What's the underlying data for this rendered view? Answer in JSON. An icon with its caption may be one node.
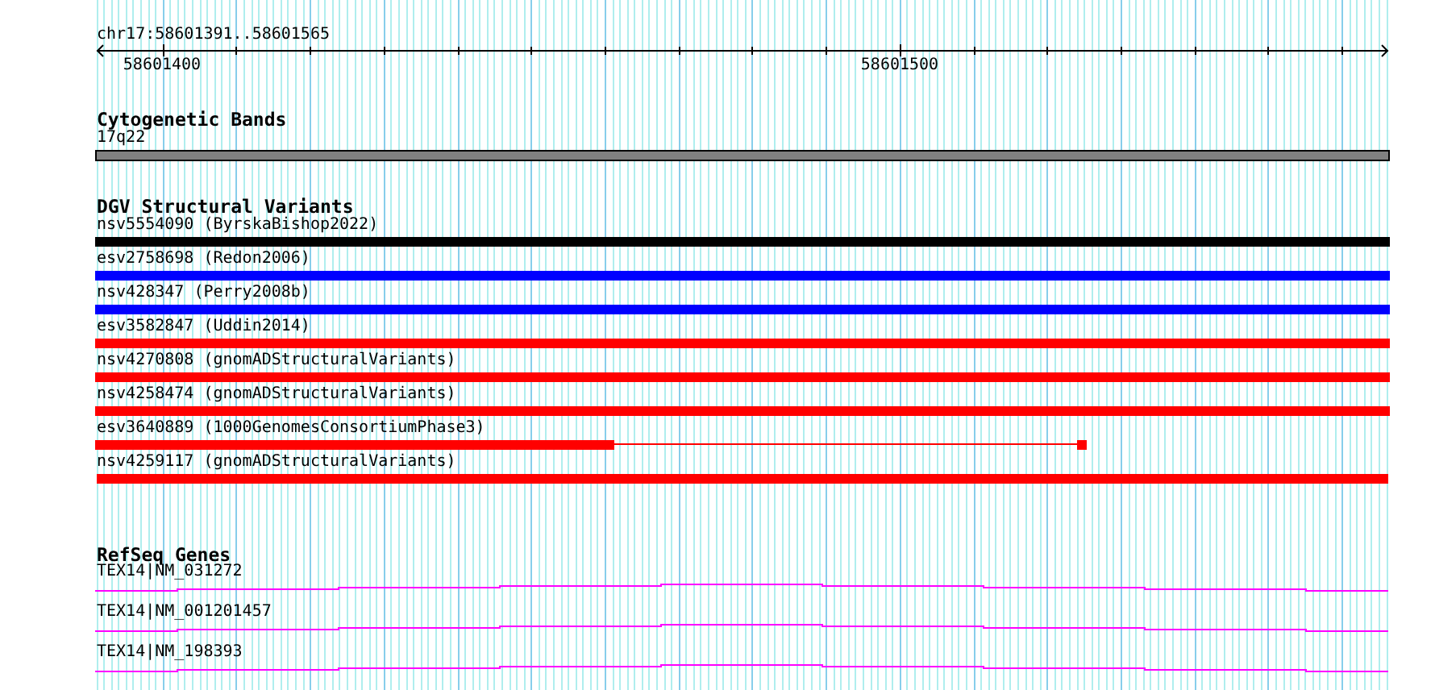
{
  "diagram": {
    "nodes": [
      {
        "text": [
          "17q22"
        ]
      },
      {
        "text": [
          "nsv5554090 (ByrskaBishop2022)"
        ]
      },
      {
        "text": [
          "esv2758698 (Redon2006)"
        ]
      },
      {
        "text": [
          "nsv428347 (Perry2008b)"
        ]
      },
      {
        "text": [
          "esv3582847 (Uddin2014)"
        ]
      },
      {
        "text": [
          "nsv4270808 (gnomADStructuralVariants)"
        ]
      },
      {
        "text": [
          "nsv4258474 (gnomADStructuralVariants)"
        ]
      },
      {
        "text": [
          "esv3640889 (1000GenomesConsortiumPhase3)"
        ]
      },
      {
        "text": [
          "nsv4259117 (gnomADStructuralVariants)"
        ]
      },
      {
        "text": [
          "TEX14|NM_031272"
        ]
      },
      {
        "text": [
          "TEX14|NM_001201457"
        ]
      },
      {
        "text": [
          "TEX14|NM_198393"
        ]
      }
    ],
    "labels": [
      "chr17:58601391..58601565",
      "58601400",
      "58601500",
      "Cytogenetic Bands",
      "DGV Structural Variants",
      "RefSeq Genes"
    ]
  }
}
